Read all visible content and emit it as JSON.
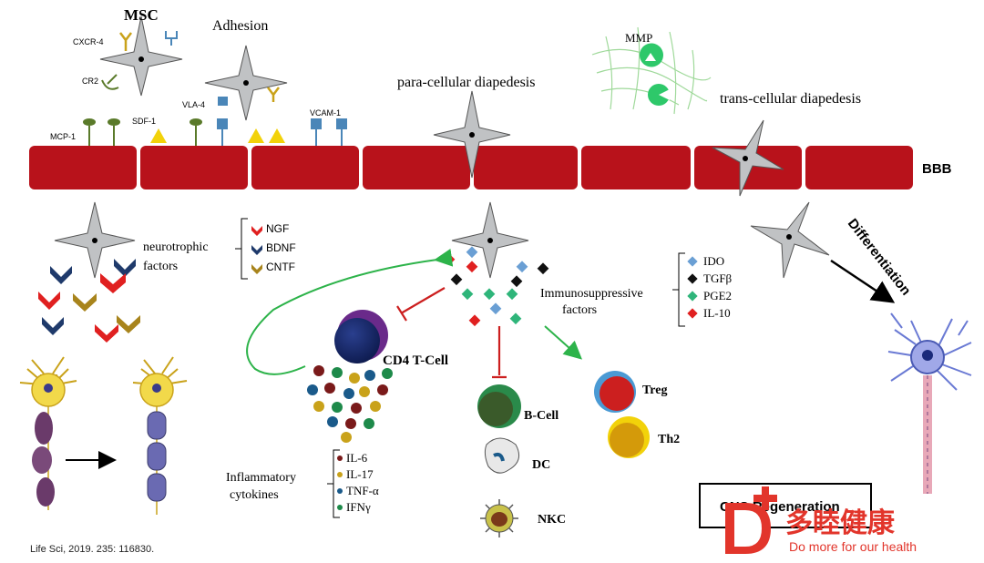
{
  "labels": {
    "msc": "MSC",
    "adhesion": "Adhesion",
    "cxcr4": "CXCR-4",
    "cr2": "CR2",
    "mcp1": "MCP-1",
    "sdf1": "SDF-1",
    "vla4": "VLA-4",
    "vcam1": "VCAM-1",
    "mmp": "MMP",
    "para": "para-cellular diapedesis",
    "trans": "trans-cellular diapedesis",
    "bbb": "BBB",
    "neurotrophic1": "neurotrophic",
    "neurotrophic2": "factors",
    "immuno1": "Immunosuppressive",
    "immuno2": "factors",
    "cd4": "CD4 T-Cell",
    "bcell": "B-Cell",
    "dc": "DC",
    "nkc": "NKC",
    "treg": "Treg",
    "th2": "Th2",
    "differentiation": "Differentiation",
    "inflam1": "Inflammatory",
    "inflam2": "cytokines",
    "citation": "Life Sci, 2019. 235: 116830.",
    "cns": "CNS Regeneration",
    "brand_cn": "多睦健康",
    "brand_en_1": "Do mo",
    "brand_en_2": "re for our health"
  },
  "neurotrophic_legend": [
    {
      "label": "NGF",
      "color": "#e02020"
    },
    {
      "label": "BDNF",
      "color": "#1f3a6b"
    },
    {
      "label": "CNTF",
      "color": "#a8841c"
    }
  ],
  "immuno_legend": [
    {
      "label": "IDO",
      "color": "#6a9fd4"
    },
    {
      "label": "TGFβ",
      "color": "#111111"
    },
    {
      "label": "PGE2",
      "color": "#2fb57a"
    },
    {
      "label": "IL-10",
      "color": "#e02020"
    }
  ],
  "cytokine_legend": [
    {
      "label": "IL-6",
      "color": "#7a1a1a"
    },
    {
      "label": "IL-17",
      "color": "#c9a21a"
    },
    {
      "label": "TNF-α",
      "color": "#1a5a8a"
    },
    {
      "label": "IFNγ",
      "color": "#1e8a4a"
    }
  ],
  "colors": {
    "bbb": "#b8121b",
    "cell": "#c0c2c4",
    "brand": "#e2352b"
  }
}
